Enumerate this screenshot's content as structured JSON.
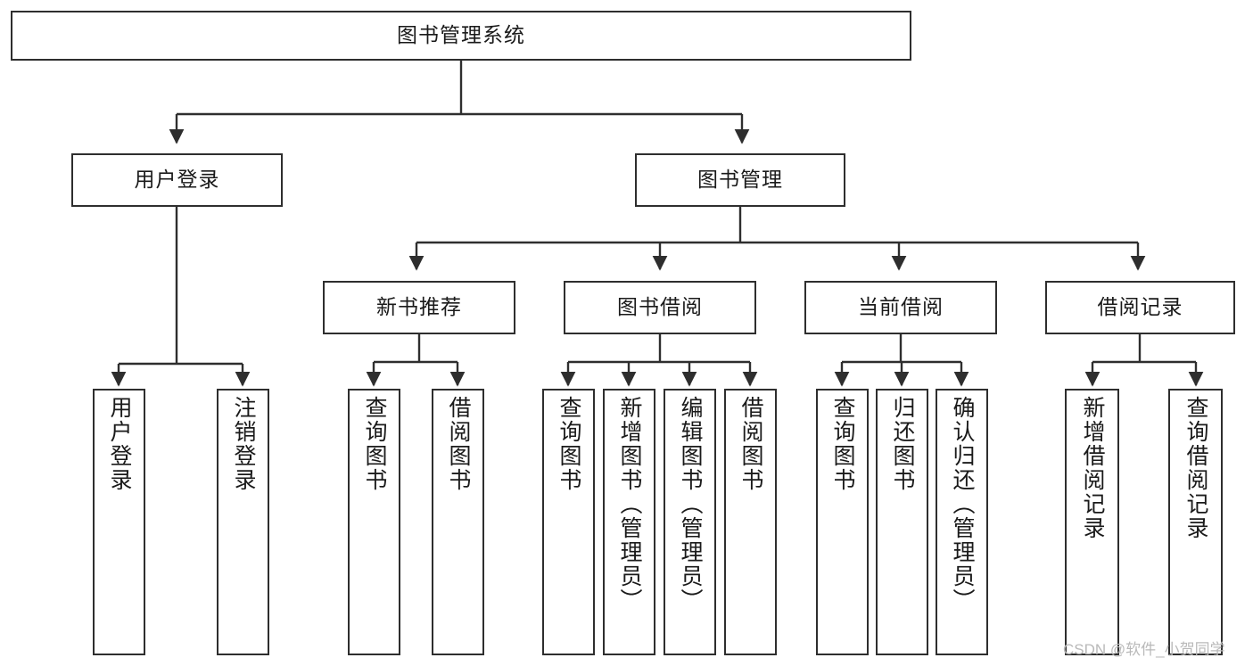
{
  "diagram": {
    "title": "图书管理系统",
    "type": "tree-hierarchy-diagram",
    "watermark": "CSDN @软件_小贺同学",
    "colors": {
      "box_border": "#2e2e2e",
      "box_fill": "#ffffff",
      "edge": "#2e2e2e",
      "text": "#1a1a1a",
      "watermark": "#b9b9b9"
    },
    "nodes": {
      "root": {
        "label": "图书管理系统"
      },
      "level1": [
        {
          "id": "user_login",
          "label": "用户登录"
        },
        {
          "id": "book_manage",
          "label": "图书管理"
        }
      ],
      "level2": [
        {
          "id": "new_book_rec",
          "label": "新书推荐"
        },
        {
          "id": "book_borrow",
          "label": "图书借阅"
        },
        {
          "id": "current_borrow",
          "label": "当前借阅"
        },
        {
          "id": "borrow_record",
          "label": "借阅记录"
        }
      ],
      "leaves": {
        "user_login": [
          {
            "id": "leaf_user_login",
            "label": "用户登录"
          },
          {
            "id": "leaf_logout",
            "label": "注销登录"
          }
        ],
        "new_book_rec": [
          {
            "id": "leaf_query_book_1",
            "label": "查询图书"
          },
          {
            "id": "leaf_borrow_book_1",
            "label": "借阅图书"
          }
        ],
        "book_borrow": [
          {
            "id": "leaf_query_book_2",
            "label": "查询图书"
          },
          {
            "id": "leaf_add_book",
            "label": "新增图书（管理员）"
          },
          {
            "id": "leaf_edit_book",
            "label": "编辑图书（管理员）"
          },
          {
            "id": "leaf_borrow_book_2",
            "label": "借阅图书"
          }
        ],
        "current_borrow": [
          {
            "id": "leaf_query_book_3",
            "label": "查询图书"
          },
          {
            "id": "leaf_return_book",
            "label": "归还图书"
          },
          {
            "id": "leaf_confirm_return",
            "label": "确认归还（管理员）"
          }
        ],
        "borrow_record": [
          {
            "id": "leaf_add_record",
            "label": "新增借阅记录"
          },
          {
            "id": "leaf_query_record",
            "label": "查询借阅记录"
          }
        ]
      }
    }
  }
}
